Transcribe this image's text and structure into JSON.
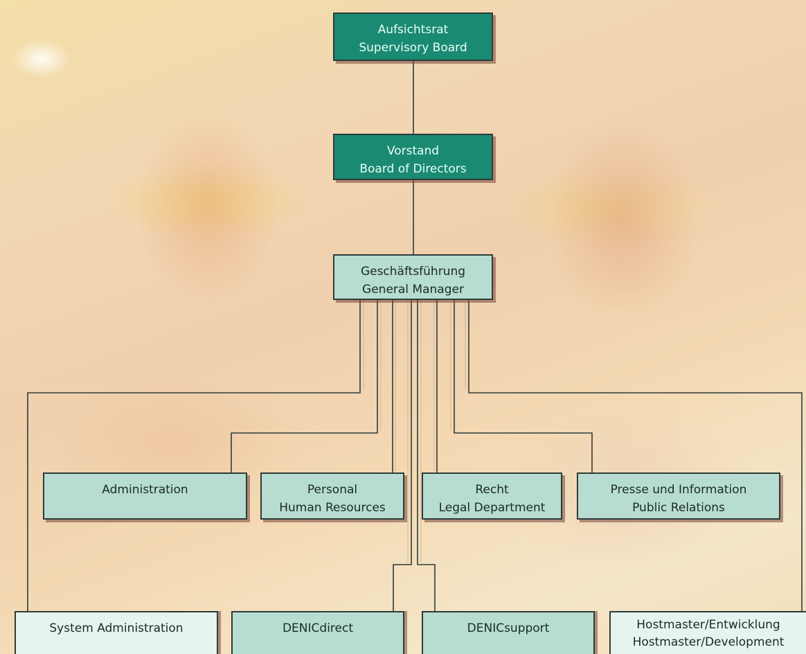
{
  "chart": {
    "supervisory": {
      "line1": "Aufsichtsrat",
      "line2": "Supervisory Board"
    },
    "directors": {
      "line1": "Vorstand",
      "line2": "Board of Directors"
    },
    "manager": {
      "line1": "Geschäftsführung",
      "line2": "General Manager"
    },
    "departments": [
      {
        "line1": "Administration",
        "line2": ""
      },
      {
        "line1": "Personal",
        "line2": "Human Resources"
      },
      {
        "line1": "Recht",
        "line2": "Legal Department"
      },
      {
        "line1": "Presse und Information",
        "line2": "Public Relations"
      }
    ],
    "operations": [
      {
        "line1": "System Administration",
        "line2": ""
      },
      {
        "line1": "DENICdirect",
        "line2": ""
      },
      {
        "line1": "DENICsupport",
        "line2": ""
      },
      {
        "line1": "Hostmaster/Entwicklung",
        "line2": "Hostmaster/Development"
      }
    ]
  },
  "colors": {
    "dark_box": "#1b8a72",
    "mid_box": "#b7ddd2",
    "light_box": "#e6f4f0",
    "line": "#2e3b38"
  }
}
